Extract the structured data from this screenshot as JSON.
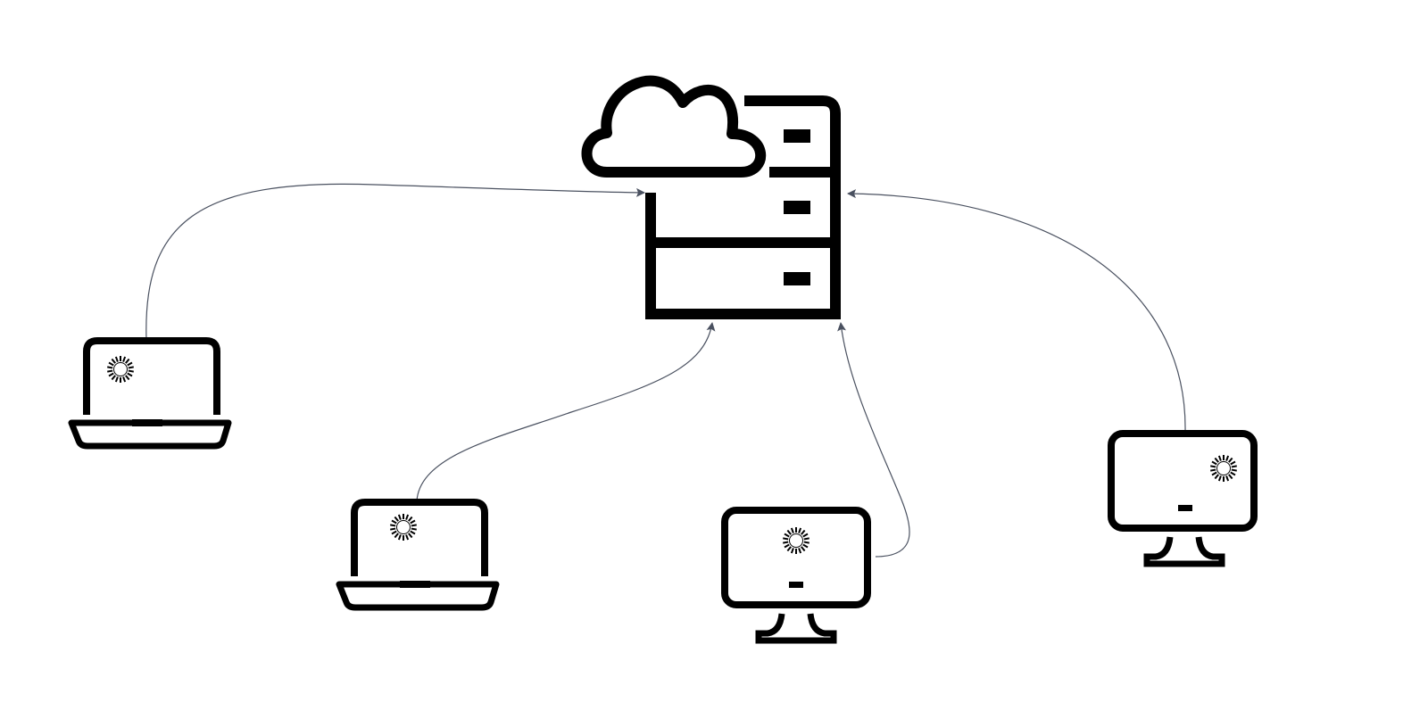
{
  "diagram": {
    "type": "network",
    "colors": {
      "icon": "#000000",
      "connector": "#4a5160",
      "background": "#ffffff"
    },
    "nodes": [
      {
        "id": "server",
        "icon": "cloud-server-icon"
      },
      {
        "id": "laptop-1",
        "icon": "laptop-icon",
        "status_icon": "loading-spinner-icon"
      },
      {
        "id": "laptop-2",
        "icon": "laptop-icon",
        "status_icon": "loading-spinner-icon"
      },
      {
        "id": "desktop-1",
        "icon": "desktop-monitor-icon",
        "status_icon": "loading-spinner-icon"
      },
      {
        "id": "desktop-2",
        "icon": "desktop-monitor-icon",
        "status_icon": "loading-spinner-icon"
      }
    ],
    "edges": [
      {
        "from": "laptop-1",
        "to": "server",
        "arrow": "end"
      },
      {
        "from": "laptop-2",
        "to": "server",
        "arrow": "end"
      },
      {
        "from": "desktop-1",
        "to": "server",
        "arrow": "end"
      },
      {
        "from": "desktop-2",
        "to": "server",
        "arrow": "end"
      }
    ]
  }
}
